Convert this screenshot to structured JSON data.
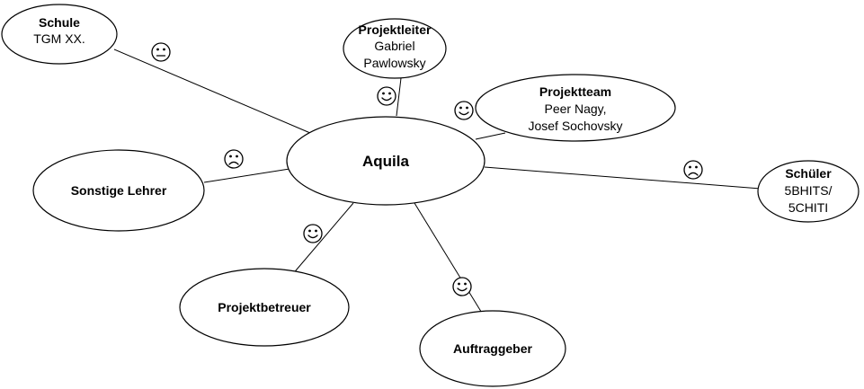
{
  "center": {
    "title": "Aquila"
  },
  "stakeholders": {
    "schule": {
      "title": "Schule",
      "lines": [
        "TGM XX."
      ],
      "mood": "neutral"
    },
    "projektleiter": {
      "title": "Projektleiter",
      "lines": [
        "Gabriel",
        "Pawlowsky"
      ],
      "mood": "happy"
    },
    "projektteam": {
      "title": "Projektteam",
      "lines": [
        "Peer Nagy,",
        "Josef Sochovsky"
      ],
      "mood": "happy"
    },
    "schueler": {
      "title": "Schüler",
      "lines": [
        "5BHITS/",
        "5CHITI"
      ],
      "mood": "sad"
    },
    "sonstige_lehrer": {
      "title": "Sonstige Lehrer",
      "lines": [],
      "mood": "sad"
    },
    "projektbetreuer": {
      "title": "Projektbetreuer",
      "lines": [],
      "mood": "happy"
    },
    "auftraggeber": {
      "title": "Auftraggeber",
      "lines": [],
      "mood": "happy"
    }
  }
}
